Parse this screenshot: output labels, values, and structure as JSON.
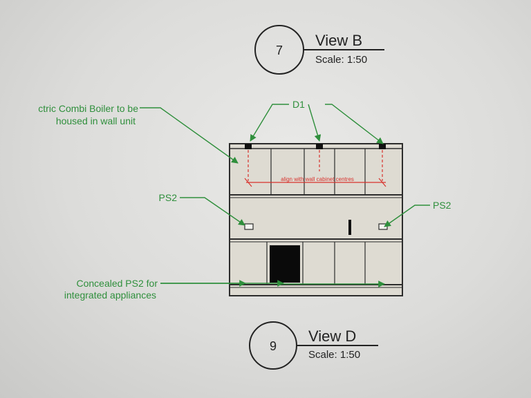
{
  "top_callout": {
    "number": "7",
    "title": "View B",
    "scale": "Scale: 1:50"
  },
  "bottom_callout": {
    "number": "9",
    "title": "View D",
    "scale": "Scale: 1:50"
  },
  "annotations": {
    "boiler_line1": "ctric Combi Boiler to be",
    "boiler_line2": "housed in wall unit",
    "d1": "D1",
    "ps2_left": "PS2",
    "ps2_right": "PS2",
    "concealed_line1": "Concealed PS2 for",
    "concealed_line2": "integrated appliances",
    "align_note": "align with wall cabinet centres"
  },
  "colors": {
    "annotation": "#2f8f3c",
    "dimension": "#d8322d",
    "linework": "#2c2c2c",
    "appliance": "#0a0a0a"
  }
}
